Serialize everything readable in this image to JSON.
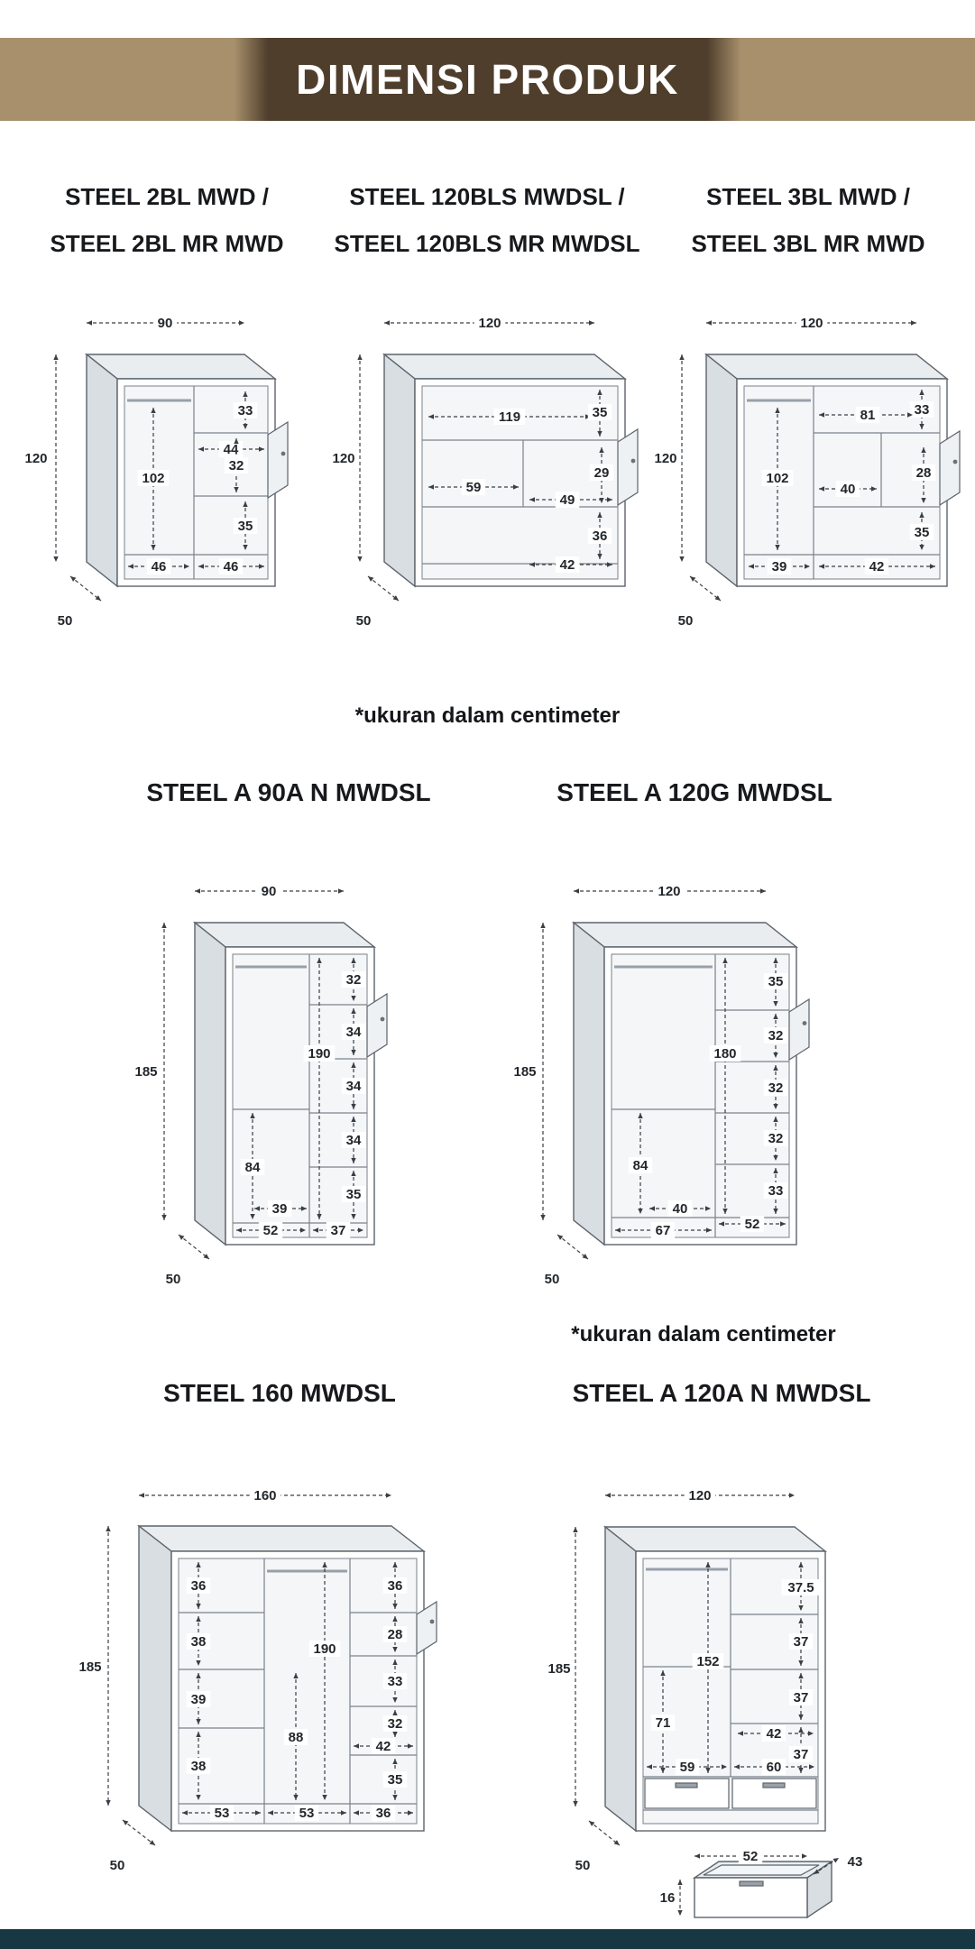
{
  "page": {
    "header_title": "DIMENSI PRODUK",
    "unit_note_1": "*ukuran dalam centimeter",
    "unit_note_2": "*ukuran dalam centimeter"
  },
  "colors": {
    "header_side_brown": "#a8906d",
    "header_center_brown": "#4f3e2c",
    "header_text": "#ffffff",
    "footer_bar": "#173743",
    "cabinet_top_face": "#e9edf0",
    "cabinet_side_face": "#d9dee3",
    "dimension_line": "#3a3f45"
  },
  "products": [
    {
      "title_lines": [
        "STEEL 2BL MWD /",
        "STEEL 2BL MR MWD"
      ],
      "width": "90",
      "height": "120",
      "depth": "50",
      "dims": [
        "33",
        "44",
        "102",
        "32",
        "35",
        "46",
        "46"
      ]
    },
    {
      "title_lines": [
        "STEEL 120BLS MWDSL /",
        "STEEL 120BLS MR MWDSL"
      ],
      "width": "120",
      "height": "120",
      "depth": "50",
      "dims": [
        "119",
        "35",
        "59",
        "29",
        "49",
        "36",
        "42"
      ]
    },
    {
      "title_lines": [
        "STEEL 3BL MWD /",
        "STEEL 3BL MR MWD"
      ],
      "width": "120",
      "height": "120",
      "depth": "50",
      "dims": [
        "33",
        "81",
        "102",
        "40",
        "28",
        "35",
        "39",
        "42"
      ]
    },
    {
      "title_lines": [
        "STEEL A 90A N MWDSL"
      ],
      "width": "90",
      "height": "185",
      "depth": "50",
      "dims": [
        "32",
        "190",
        "34",
        "34",
        "34",
        "84",
        "39",
        "35",
        "37",
        "52"
      ]
    },
    {
      "title_lines": [
        "STEEL A 120G MWDSL"
      ],
      "width": "120",
      "height": "185",
      "depth": "50",
      "dims": [
        "35",
        "180",
        "32",
        "32",
        "32",
        "84",
        "40",
        "33",
        "67",
        "52"
      ]
    },
    {
      "title_lines": [
        "STEEL 160 MWDSL"
      ],
      "width": "160",
      "height": "185",
      "depth": "50",
      "dims": [
        "36",
        "38",
        "39",
        "38",
        "53",
        "190",
        "88",
        "53",
        "36",
        "28",
        "33",
        "32",
        "42",
        "35",
        "36"
      ]
    },
    {
      "title_lines": [
        "STEEL A 120A N MWDSL"
      ],
      "width": "120",
      "height": "185",
      "depth": "50",
      "dims": [
        "37.5",
        "37",
        "37",
        "42",
        "37",
        "152",
        "71",
        "59",
        "60"
      ],
      "drawer_detail": [
        "52",
        "43",
        "16"
      ]
    }
  ]
}
